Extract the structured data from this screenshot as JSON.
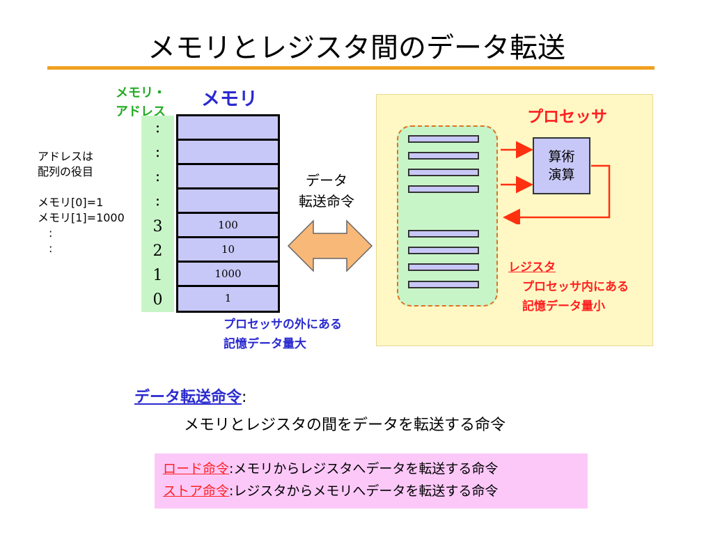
{
  "title": "メモリとレジスタ間のデータ転送",
  "memory": {
    "address_label_line1": "メモリ・",
    "address_label_line2": "アドレス",
    "label": "メモリ",
    "addresses": [
      ":",
      ":",
      ":",
      ":",
      "3",
      "2",
      "1",
      "0"
    ],
    "cells": [
      "",
      "",
      "",
      "",
      "100",
      "10",
      "1000",
      "1"
    ],
    "note_line1": "プロセッサの外にある",
    "note_line2": "記憶データ量大"
  },
  "left_notes": [
    "アドレスは",
    "配列の役目",
    "",
    "メモリ[0]=1",
    "メモリ[1]=1000",
    "　:",
    "　:"
  ],
  "transfer": {
    "line1": "データ",
    "line2": "転送命令"
  },
  "processor": {
    "title": "プロセッサ",
    "alu_line1": "算術",
    "alu_line2": "演算",
    "register_label": "レジスタ",
    "register_note1": "プロセッサ内にある",
    "register_note2": "記憶データ量小"
  },
  "definition": {
    "term": "データ転送命令",
    "colon": ":",
    "text": "メモリとレジスタの間をデータを転送する命令"
  },
  "commands": [
    {
      "name": "ロード命令",
      "desc": ":メモリからレジスタへデータを転送する命令"
    },
    {
      "name": "ストア命令",
      "desc": ":レジスタからメモリへデータを転送する命令"
    }
  ],
  "colors": {
    "accent_orange": "#f0a020",
    "memory_blue": "#2a2ad0",
    "processor_red": "#ff2020",
    "address_green": "#22aa22"
  }
}
